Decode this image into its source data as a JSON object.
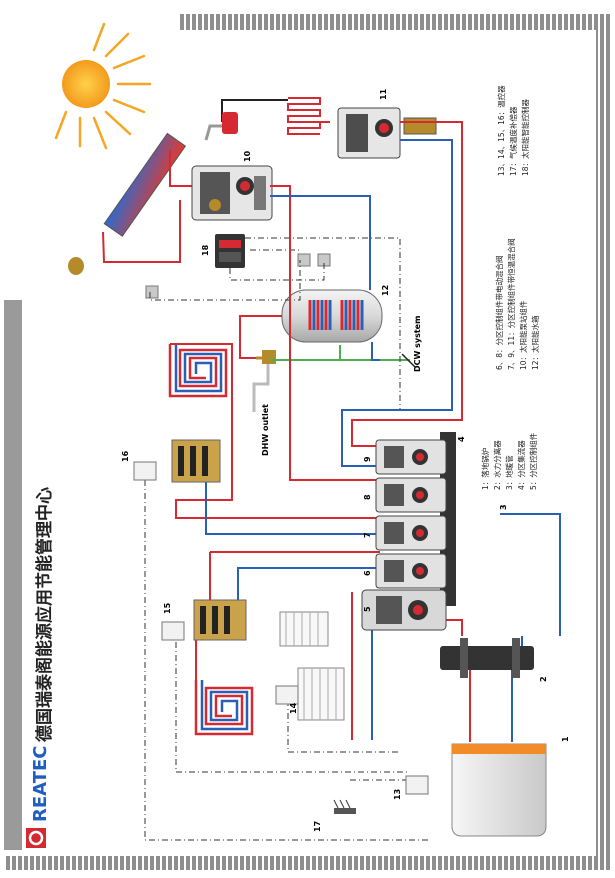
{
  "brand": {
    "name": "REATEC",
    "icon": "reatec-logo-icon"
  },
  "title": "德国瑞泰阁能源应用节能管理中心",
  "labels": {
    "dhw_outlet": "DHW outlet",
    "dcw_system": "DCW system"
  },
  "component_numbers": [
    "1",
    "2",
    "3",
    "4",
    "5",
    "6",
    "7",
    "8",
    "9",
    "10",
    "11",
    "12",
    "13",
    "14",
    "15",
    "16",
    "17",
    "18"
  ],
  "legend": {
    "col1": [
      "1：落地锅炉",
      "2：水力分离器",
      "3：地暖管",
      "4：分区集流器",
      "5：分区控制组件"
    ],
    "col2": [
      "6、8：分区控制组件带电动混合阀",
      "7、9、11：分区控制组件带恒温混合阀",
      "10：太阳能泵站组件",
      "12：太阳能水箱"
    ],
    "col3": [
      "13、14、15、16：温控器",
      "17：气候温度补偿器",
      "18：太阳能智能控制器"
    ]
  },
  "colors": {
    "hot": "#d62a33",
    "cold": "#2b5fb5",
    "drinking": "#4caf50",
    "stripe": "#8e8e8e",
    "sun": "#f5a623"
  }
}
